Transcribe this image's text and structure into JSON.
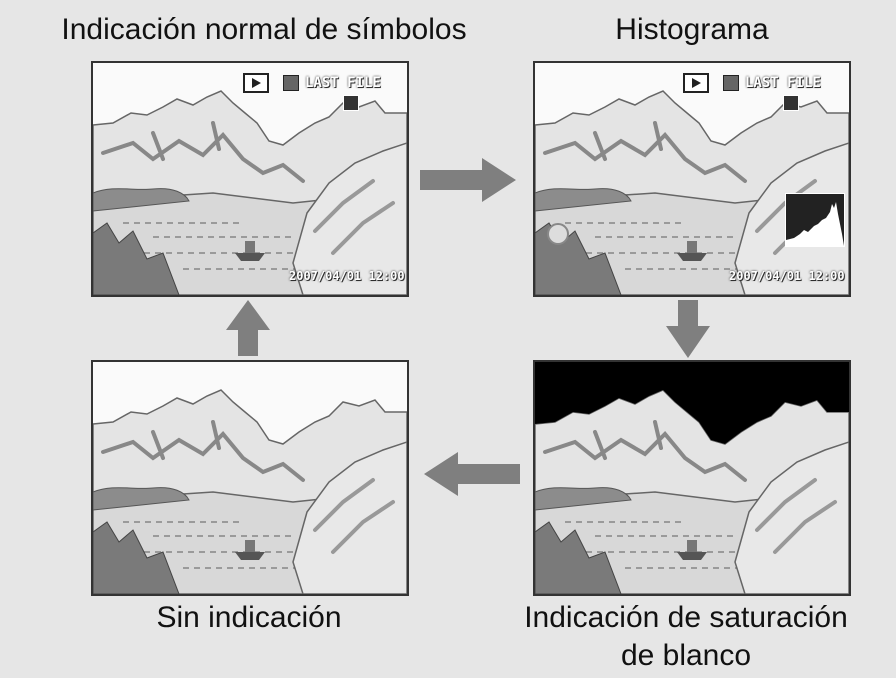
{
  "labels": {
    "normal": "Indicación normal de símbolos",
    "histogram": "Histograma",
    "none": "Sin indicación",
    "saturation_line1": "Indicación de saturación",
    "saturation_line2": "de blanco"
  },
  "osd": {
    "last_file": "LAST FILE",
    "datetime": "2007/04/01 12:00"
  },
  "icons": [
    "play-icon",
    "memory-card-icon",
    "quality-icon",
    "histogram-icon",
    "protect-icon"
  ],
  "colors": {
    "background": "#e6e6e6",
    "arrow": "#7f7f7f",
    "border": "#333333",
    "saturation": "#000000"
  }
}
